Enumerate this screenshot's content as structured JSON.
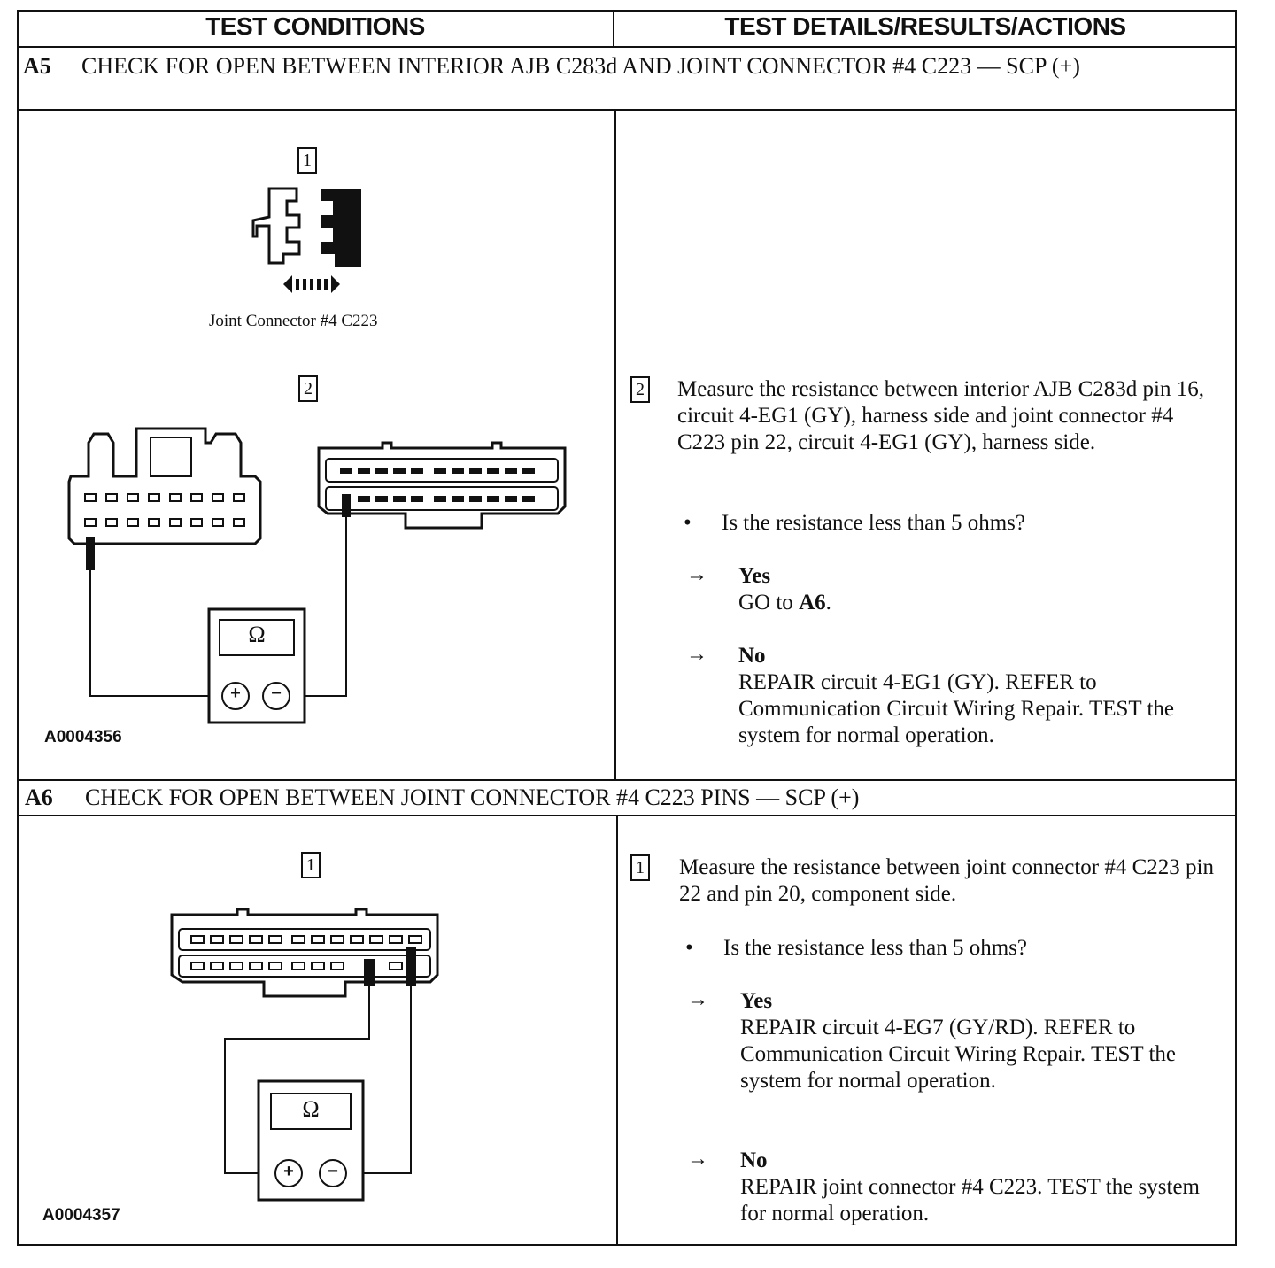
{
  "header": {
    "left": "TEST CONDITIONS",
    "right": "TEST DETAILS/RESULTS/ACTIONS"
  },
  "a5": {
    "id": "A5",
    "title": "CHECK FOR OPEN BETWEEN INTERIOR AJB C283d AND JOINT CONNECTOR #4 C223 — SCP (+)",
    "step1_num": "1",
    "step1_caption": "Joint Connector #4 C223",
    "step2_num": "2",
    "figure_id": "A0004356",
    "ohm_symbol": "Ω",
    "plus": "+",
    "minus": "−",
    "detail_num": "2",
    "detail_text": "Measure the resistance between interior AJB C283d pin 16, circuit 4-EG1 (GY), harness side and joint connector #4 C223 pin 22, circuit 4-EG1 (GY), harness side.",
    "question": "Is the resistance less than 5 ohms?",
    "yes_label": "Yes",
    "yes_text_prefix": "GO to ",
    "yes_text_bold": "A6",
    "yes_text_suffix": ".",
    "no_label": "No",
    "no_text": "REPAIR circuit 4-EG1 (GY). REFER to Communication Circuit Wiring Repair. TEST the system for normal operation."
  },
  "a6": {
    "id": "A6",
    "title": "CHECK FOR OPEN BETWEEN JOINT CONNECTOR #4 C223 PINS — SCP (+)",
    "step1_num": "1",
    "figure_id": "A0004357",
    "ohm_symbol": "Ω",
    "plus": "+",
    "minus": "−",
    "detail_num": "1",
    "detail_text": "Measure the resistance between joint connector #4 C223 pin 22 and pin 20, component side.",
    "question": "Is the resistance less than 5 ohms?",
    "yes_label": "Yes",
    "yes_text": "REPAIR circuit 4-EG7 (GY/RD). REFER to Communication Circuit Wiring Repair. TEST the system for normal operation.",
    "no_label": "No",
    "no_text": "REPAIR joint connector #4 C223. TEST the system for normal operation."
  },
  "glyphs": {
    "bullet": "•",
    "arrow": "→"
  }
}
